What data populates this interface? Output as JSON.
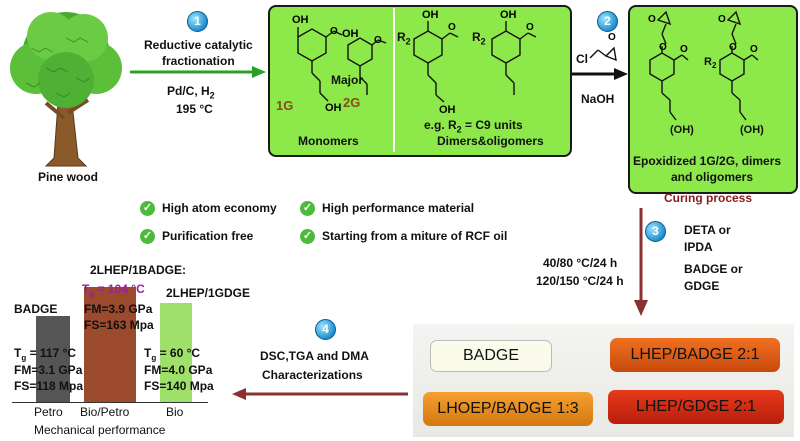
{
  "tree": {
    "label": "Pine wood"
  },
  "step1": {
    "number": "1",
    "line1": "Reductive catalytic",
    "line2": "fractionation",
    "cat": "Pd/C, H",
    "cat_sub": "2",
    "temp": "195 °C"
  },
  "monomers": {
    "major": "Major",
    "label_1g": "1G",
    "label_2g": "2G",
    "caption": "Monomers",
    "oh": "OH"
  },
  "dimers": {
    "r2": "R",
    "r2_sub": "2",
    "eg_prefix": "e.g. R",
    "eg_sub": "2",
    "eg_suffix": " = C9 units",
    "caption": "Dimers&oligomers"
  },
  "step2": {
    "number": "2",
    "reagent": "Cl",
    "base": "NaOH"
  },
  "epoxy": {
    "caption_line1": "Epoxidized 1G/2G, dimers",
    "caption_line2": "and oligomers",
    "oh1": "(OH)",
    "oh2": "(OH)",
    "r2": "R",
    "r2_sub": "2"
  },
  "curing": {
    "label": "Curing process"
  },
  "features": [
    "High atom economy",
    "High performance material",
    "Purification free",
    "Starting from a miture of RCF oil"
  ],
  "step3": {
    "number": "3",
    "cond1": "40/80 °C/24 h",
    "cond2": "120/150 °C/24 h",
    "hardener1": "DETA or",
    "hardener2": "IPDA",
    "resin1": "BADGE or",
    "resin2": "GDGE"
  },
  "step4": {
    "number": "4",
    "line1": "DSC,TGA and DMA",
    "line2": "Characterizations"
  },
  "samples": [
    "BADGE",
    "LHEP/BADGE 2:1",
    "LHOEP/BADGE 1:3",
    "LHEP/GDGE 2:1"
  ],
  "mech": {
    "title_mid": "2LHEP/1BADGE:",
    "title_right": "2LHEP/1GDGE",
    "title_left": "BADGE",
    "left": {
      "tg": "T",
      "tg_sub": "g",
      "tg_val": " = 117 °C",
      "fm": "FM=3.1 GPa",
      "fs": "FS=118 Mpa"
    },
    "mid": {
      "tg": "T",
      "tg_sub": "g",
      "tg_val": " = 104 °C",
      "fm": "FM=3.9 GPa",
      "fs": "FS=163 Mpa"
    },
    "right": {
      "tg": "T",
      "tg_sub": "g",
      "tg_val": " = 60 °C",
      "fm": "FM=4.0 GPa",
      "fs": "FS=140 Mpa"
    },
    "categories": [
      "Petro",
      "Bio/Petro",
      "Bio"
    ],
    "caption": "Mechanical performance"
  },
  "colors": {
    "green_box": "#8de84a",
    "curing": "#8b1a1a",
    "arrow_brown": "#8a3030",
    "arrow_green": "#2aa024",
    "bar_petro": "#555555",
    "bar_biopetro": "#9b4a2e",
    "bar_bio": "#9fe06a",
    "tg_mid": "#9b1fa0"
  }
}
